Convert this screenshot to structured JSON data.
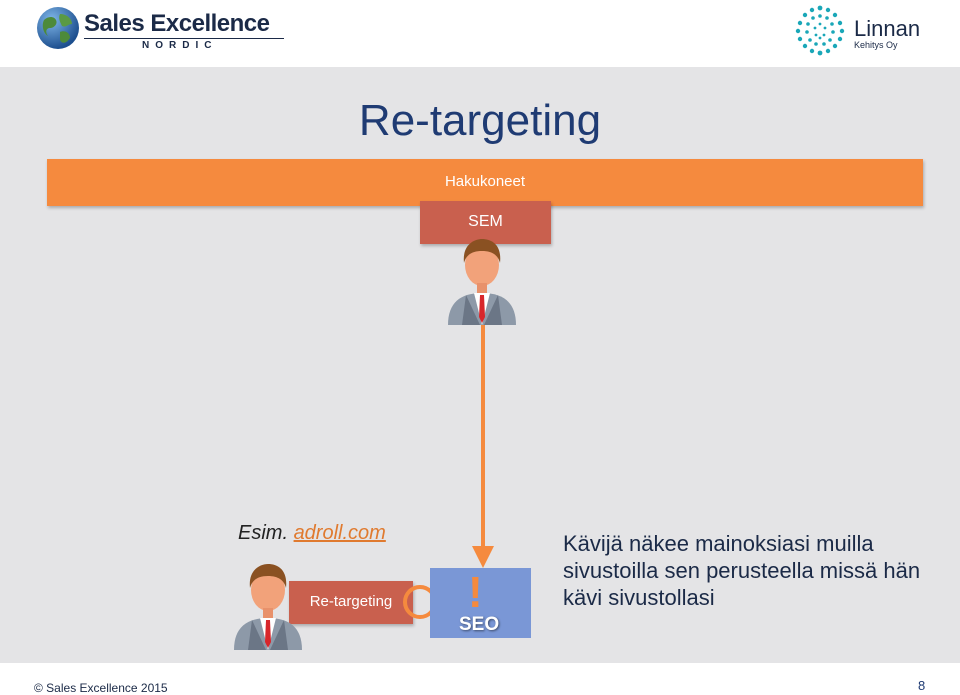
{
  "header": {
    "left_logo": {
      "name": "Sales Excellence",
      "sub": "NORDIC"
    },
    "right_logo": {
      "name": "Linnan",
      "sub": "Kehitys Oy"
    }
  },
  "slide": {
    "title": "Re-targeting",
    "hakukoneet_label": "Hakukoneet",
    "sem_label": "SEM",
    "example_prefix": "Esim.",
    "example_link": "adroll.com",
    "retargeting_label": "Re-targeting",
    "seo_exclaim": "!",
    "seo_label": "SEO",
    "description": "Kävijä näkee mainoksiasi muilla sivustoilla sen perusteella missä hän kävi sivustollasi"
  },
  "footer": {
    "copyright": "© Sales Excellence 2015",
    "page_number": "8"
  },
  "colors": {
    "accent_orange": "#f58a3e",
    "box_red": "#c9604e",
    "seo_blue": "#7a97d6",
    "title_blue": "#1f3b73",
    "slide_bg": "#e4e4e6"
  },
  "icons": [
    "globe-icon",
    "linnan-dots-icon",
    "person-icon",
    "arrow-down-icon",
    "ring-icon"
  ]
}
